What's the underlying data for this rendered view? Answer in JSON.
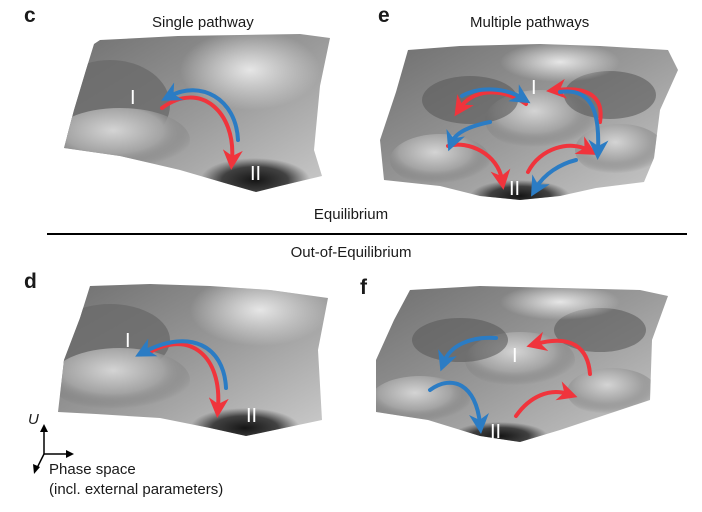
{
  "panels": {
    "c": {
      "letter": "c",
      "title": "Single pathway"
    },
    "e": {
      "letter": "e",
      "title": "Multiple pathways"
    },
    "d": {
      "letter": "d",
      "title": ""
    },
    "f": {
      "letter": "f",
      "title": ""
    }
  },
  "divider": {
    "above": "Equilibrium",
    "below": "Out-of-Equilibrium"
  },
  "states": {
    "first": "I",
    "second": "II"
  },
  "axes": {
    "vertical": "U",
    "horizontal_line1": "Phase space",
    "horizontal_line2": "(incl. external parameters)"
  },
  "colors": {
    "red_arrow": "#f0343c",
    "blue_arrow": "#2b7cc4",
    "divider_line": "#000000"
  }
}
